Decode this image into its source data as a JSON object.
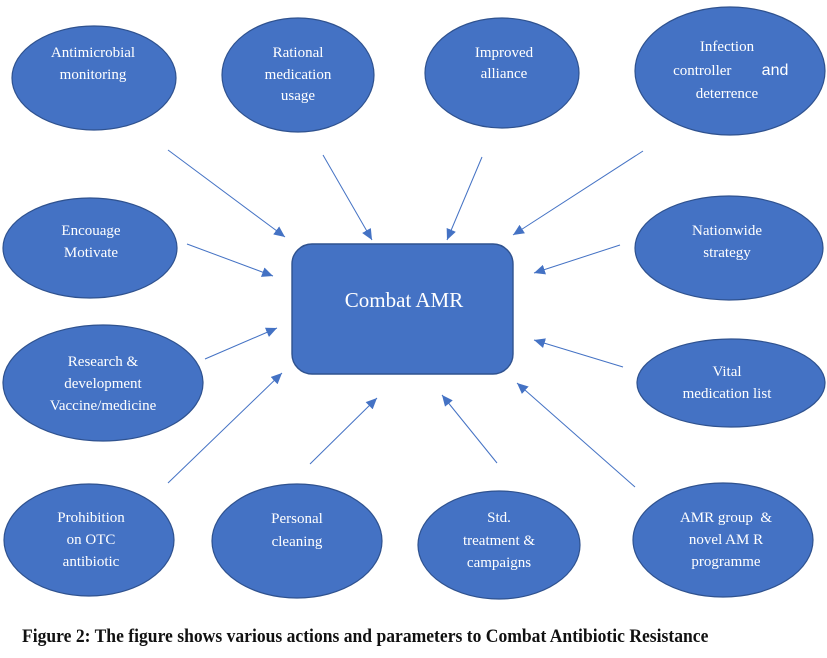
{
  "figure": {
    "center": {
      "label": "Combat AMR"
    },
    "nodes": [
      {
        "lines": [
          "Antimicrobial",
          "monitoring"
        ]
      },
      {
        "lines": [
          "Rational",
          "medication",
          "usage"
        ]
      },
      {
        "lines": [
          "Improved",
          "alliance"
        ]
      },
      {
        "lines": [
          "Infection",
          [
            "controller",
            "and"
          ],
          "deterrence"
        ]
      },
      {
        "lines": [
          "Encouage",
          "Motivate"
        ]
      },
      {
        "lines": [
          "Nationwide",
          "strategy"
        ]
      },
      {
        "lines": [
          "Research &",
          "development",
          "Vaccine/medicine"
        ]
      },
      {
        "lines": [
          "Vital",
          "medication list"
        ]
      },
      {
        "lines": [
          "Prohibition",
          "on OTC",
          "antibiotic"
        ]
      },
      {
        "lines": [
          "Personal",
          "cleaning"
        ]
      },
      {
        "lines": [
          "Std.",
          "treatment &",
          "campaigns"
        ]
      },
      {
        "lines": [
          "AMR group  &",
          "novel AM R",
          "programme"
        ]
      }
    ],
    "caption": "Figure 2: The figure shows various actions and parameters to Combat Antibiotic Resistance"
  },
  "colors": {
    "node_fill": "#4472C4",
    "node_stroke": "#2F528F",
    "arrow": "#4472C4",
    "text": "#FFFFFF"
  }
}
